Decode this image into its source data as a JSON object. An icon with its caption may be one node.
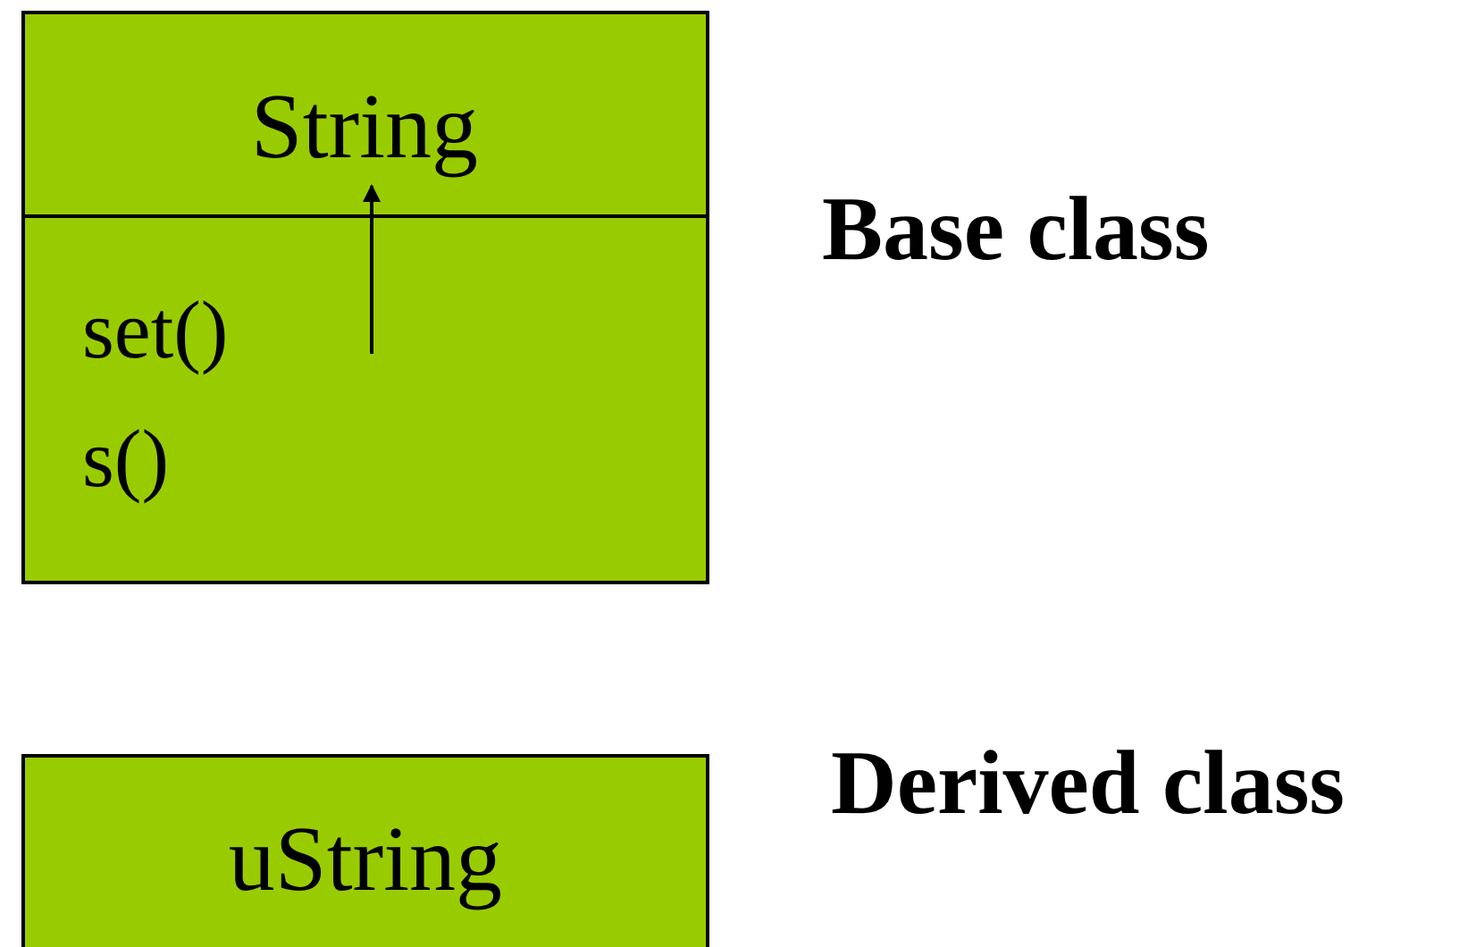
{
  "diagram": {
    "nodes": [
      {
        "text": [
          "set()",
          "s()"
        ]
      },
      {
        "text": [
          "String"
        ],
        "in": 0
      },
      {
        "text": [
          "uString"
        ]
      }
    ],
    "edges": [
      {
        "from": null,
        "to": 1,
        "arrow": "to"
      }
    ],
    "labels": [
      "Base class",
      "Derived class"
    ]
  }
}
